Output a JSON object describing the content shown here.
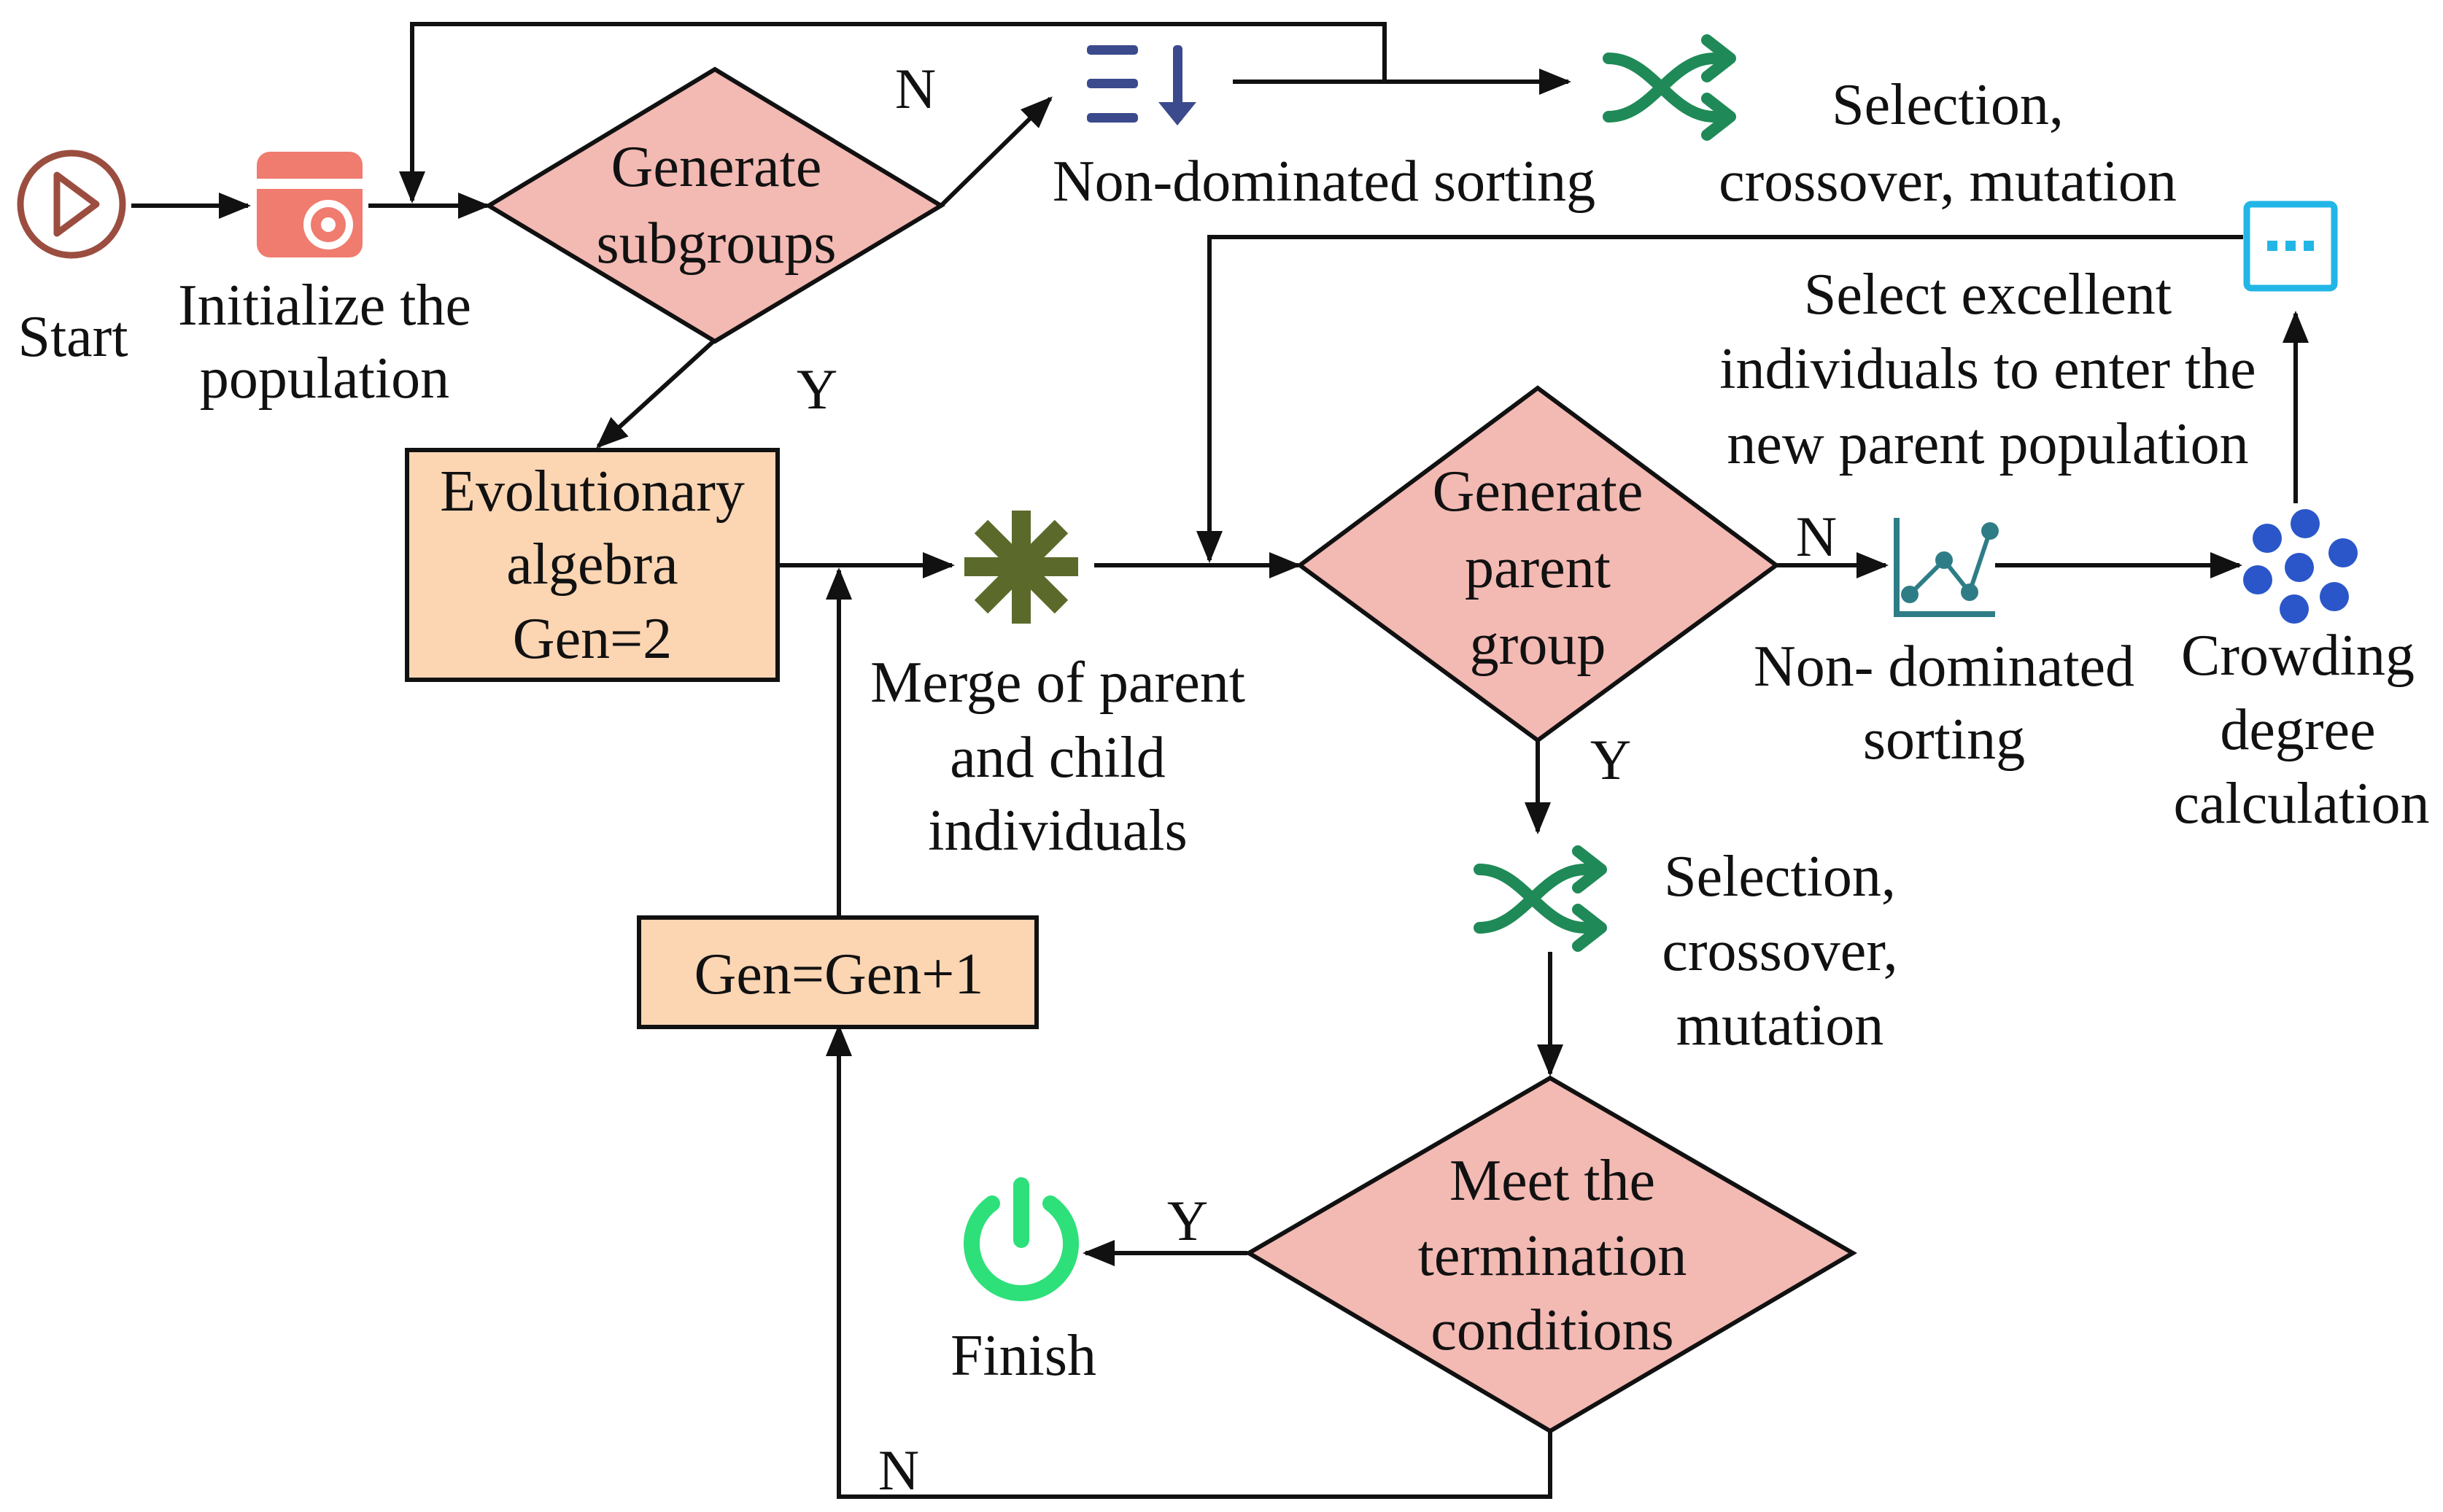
{
  "colors": {
    "decision_fill": "#f3b9b3",
    "process_fill": "#fcd5b3",
    "line": "#111111",
    "start_icon": "#9b4e40",
    "init_icon": "#f07b6f",
    "sort_icon": "#3b4a8c",
    "shuffle_icon": "#1f8a57",
    "merge_icon": "#5b6a2a",
    "finish_icon": "#2ee07a",
    "chart_icon": "#2e7d86",
    "crowd_icon": "#2a56c9",
    "select_icon": "#22b6e6"
  },
  "icons": {
    "start": "play-circle-icon",
    "init": "gear-window-icon",
    "sort_top": "sort-descending-icon",
    "shuffle_top": "shuffle-icon",
    "merge": "asterisk-icon",
    "shuffle_mid": "shuffle-icon",
    "chart": "line-chart-icon",
    "crowding": "dots-cluster-icon",
    "select": "dots-box-icon",
    "finish": "power-icon"
  },
  "labels": {
    "start": "Start",
    "init": [
      "Initialize the",
      "population"
    ],
    "generate_subgroups": [
      "Generate",
      "subgroups"
    ],
    "non_dominated_sorting_top": "Non-dominated sorting",
    "selection_top": [
      "Selection,",
      "crossover, mutation"
    ],
    "select_excellent": [
      "Select excellent",
      "individuals to enter the",
      "new parent population"
    ],
    "evolutionary": [
      "Evolutionary",
      "algebra",
      "Gen=2"
    ],
    "merge": [
      "Merge of parent",
      "and child",
      "individuals"
    ],
    "generate_parent": [
      "Generate",
      "parent",
      "group"
    ],
    "non_dominated_sorting_mid": [
      "Non- dominated",
      "sorting"
    ],
    "crowding": [
      "Crowding",
      "degree",
      "calculation"
    ],
    "selection_mid": [
      "Selection,",
      "crossover,",
      "mutation"
    ],
    "gen_increment": "Gen=Gen+1",
    "termination": [
      "Meet the",
      "termination",
      "conditions"
    ],
    "finish": "Finish"
  },
  "branches": {
    "subgroups_no": "N",
    "subgroups_yes": "Y",
    "parent_no": "N",
    "parent_yes": "Y",
    "termination_yes": "Y",
    "termination_no": "N"
  }
}
